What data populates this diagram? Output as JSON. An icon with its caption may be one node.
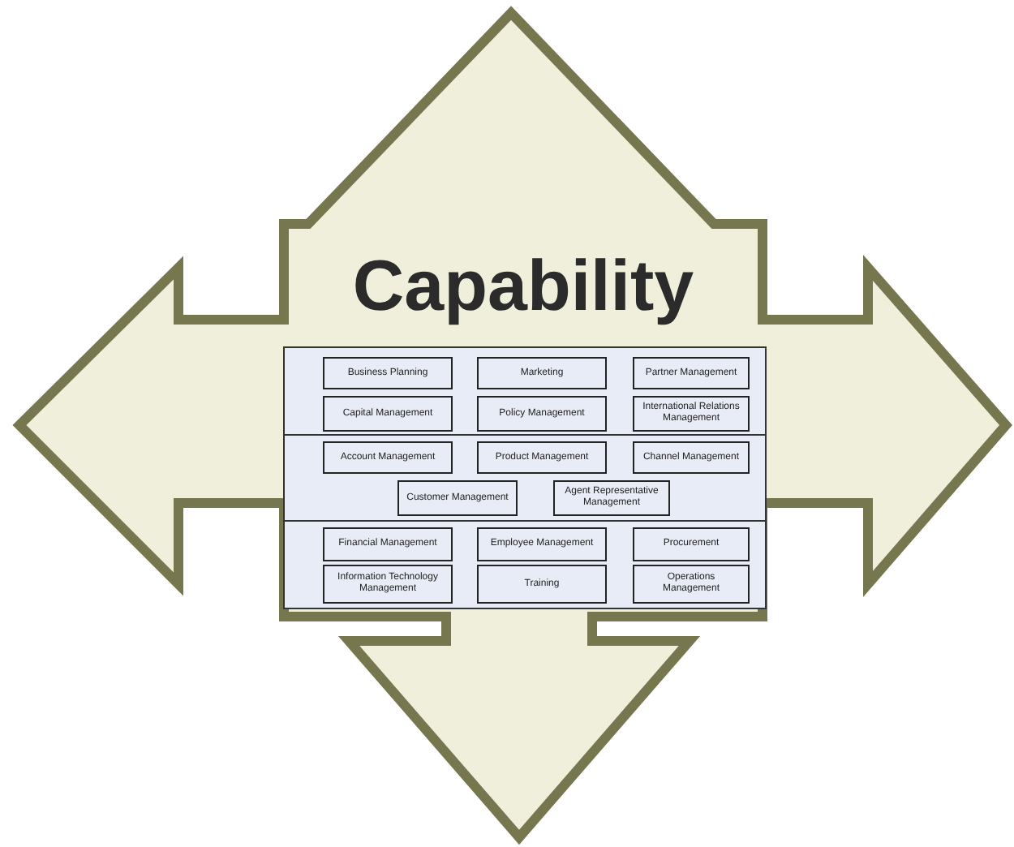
{
  "diagram": {
    "nodes": [
      {
        "text": [
          "Capability"
        ]
      },
      {
        "text": [
          "Business Planning"
        ],
        "in": 0
      },
      {
        "text": [
          "Marketing"
        ],
        "in": 0
      },
      {
        "text": [
          "Partner Management"
        ],
        "in": 0
      },
      {
        "text": [
          "Capital Management"
        ],
        "in": 0
      },
      {
        "text": [
          "Policy Management"
        ],
        "in": 0
      },
      {
        "text": [
          "International Relations Management"
        ],
        "in": 0
      },
      {
        "text": [
          "Account Management"
        ],
        "in": 0
      },
      {
        "text": [
          "Product Management"
        ],
        "in": 0
      },
      {
        "text": [
          "Channel Management"
        ],
        "in": 0
      },
      {
        "text": [
          "Customer Management"
        ],
        "in": 0
      },
      {
        "text": [
          "Agent Representative Management"
        ],
        "in": 0
      },
      {
        "text": [
          "Financial Management"
        ],
        "in": 0
      },
      {
        "text": [
          "Employee Management"
        ],
        "in": 0
      },
      {
        "text": [
          "Procurement"
        ],
        "in": 0
      },
      {
        "text": [
          "Information Technology Management"
        ],
        "in": 0
      },
      {
        "text": [
          "Training"
        ],
        "in": 0
      },
      {
        "text": [
          "Operations Management"
        ],
        "in": 0
      }
    ],
    "edges": []
  }
}
